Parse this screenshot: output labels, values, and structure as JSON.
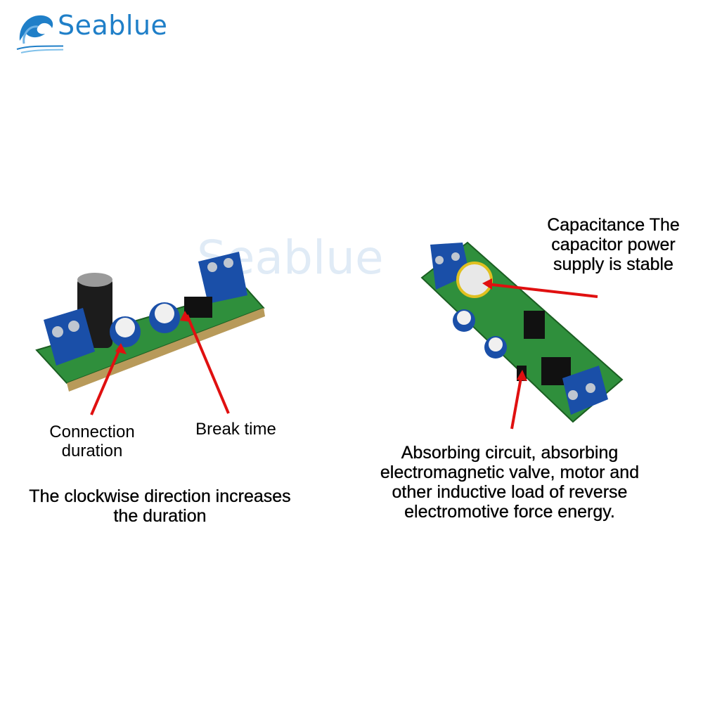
{
  "brand": {
    "name": "Seablue",
    "watermark": "Seablue"
  },
  "labels": {
    "connection_duration": [
      "Connection",
      "duration"
    ],
    "break_time": "Break time",
    "clockwise": [
      "The clockwise direction increases",
      "the duration"
    ],
    "capacitance": [
      "Capacitance The",
      "capacitor power",
      "supply is stable"
    ],
    "absorbing": [
      "Absorbing circuit, absorbing",
      "electromagnetic valve, motor and",
      "other inductive load of reverse",
      "electromotive force energy."
    ]
  },
  "colors": {
    "brand_blue": "#1f7fc8",
    "pcb_green": "#2e8b3a",
    "terminal_blue": "#1a4fa8",
    "arrow_red": "#e01010"
  },
  "icons": [
    "wave-logo-icon"
  ]
}
